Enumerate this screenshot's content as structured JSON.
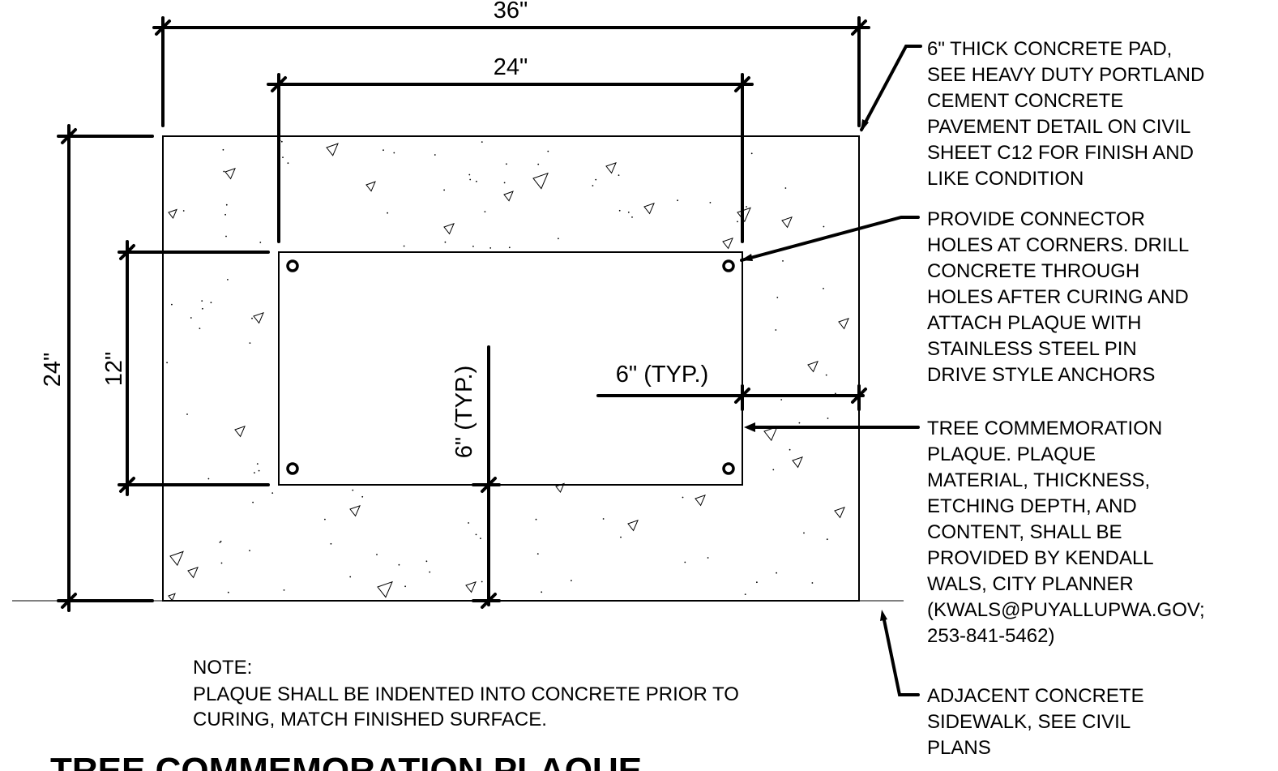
{
  "dimensions": {
    "pad_width": "36\"",
    "plaque_width": "24\"",
    "pad_height": "24\"",
    "plaque_height": "12\"",
    "edge_offset_horizontal": "6\" (TYP.)",
    "edge_offset_vertical": "6\" (TYP.)"
  },
  "callouts": {
    "concrete_pad": [
      "6\" THICK CONCRETE PAD,",
      "SEE HEAVY DUTY PORTLAND",
      "CEMENT CONCRETE",
      "PAVEMENT DETAIL ON CIVIL",
      "SHEET C12 FOR FINISH AND",
      "LIKE CONDITION"
    ],
    "connector_holes": [
      "PROVIDE CONNECTOR",
      "HOLES AT CORNERS. DRILL",
      "CONCRETE THROUGH",
      "HOLES AFTER CURING AND",
      "ATTACH PLAQUE WITH",
      "STAINLESS STEEL PIN",
      "DRIVE STYLE ANCHORS"
    ],
    "plaque": [
      "TREE COMMEMORATION",
      "PLAQUE. PLAQUE",
      "MATERIAL, THICKNESS,",
      "ETCHING DEPTH, AND",
      "CONTENT, SHALL BE",
      "PROVIDED BY KENDALL",
      "WALS, CITY PLANNER",
      "(KWALS@PUYALLUPWA.GOV;",
      "253-841-5462)"
    ],
    "sidewalk": [
      "ADJACENT CONCRETE",
      "SIDEWALK, SEE CIVIL",
      "PLANS"
    ]
  },
  "note": {
    "heading": "NOTE:",
    "lines": [
      "PLAQUE SHALL BE INDENTED INTO CONCRETE PRIOR TO",
      "CURING, MATCH FINISHED SURFACE."
    ]
  },
  "title": "TREE COMMEMORATION PLAQUE"
}
